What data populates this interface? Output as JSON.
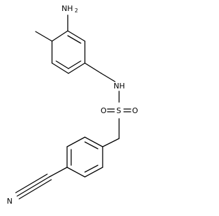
{
  "molecule": {
    "labels": {
      "amino_n": "NH",
      "amino_sub": "2",
      "amide_n": "NH",
      "sulfur": "S",
      "oxygen_left": "O",
      "oxygen_right": "O",
      "nitrile_n": "N"
    }
  }
}
